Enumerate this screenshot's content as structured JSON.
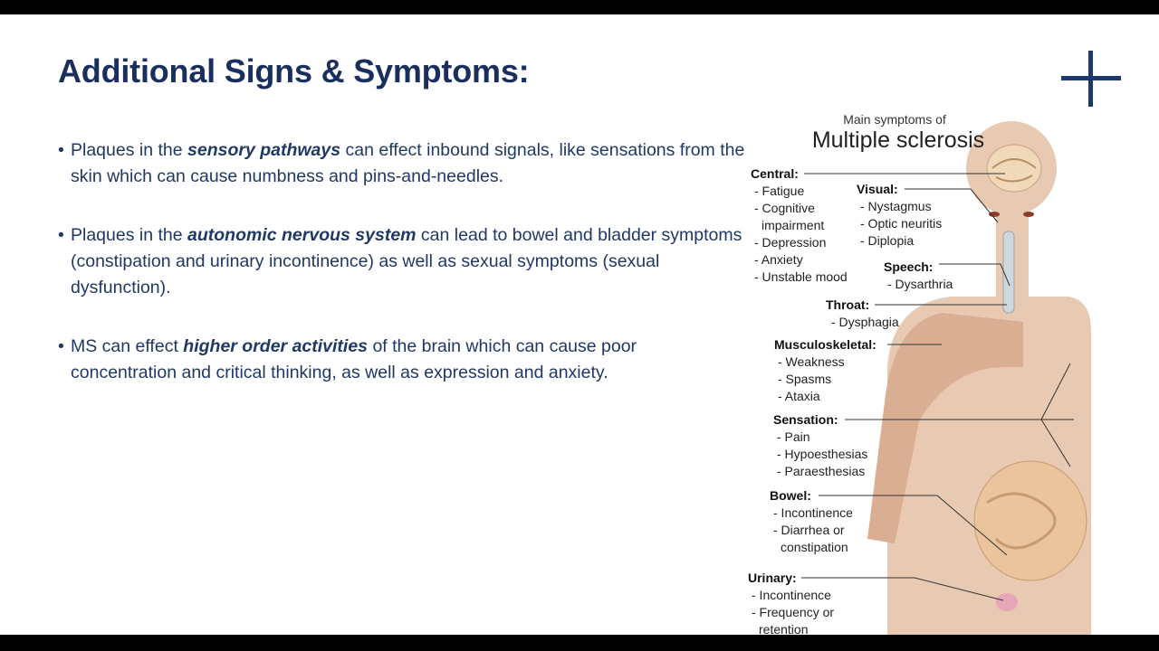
{
  "slide": {
    "title": "Additional Signs & Symptoms:",
    "bullets": [
      {
        "pre": "Plaques in the ",
        "em": "sensory pathways",
        "post": " can effect inbound signals, like sensations from the skin which can cause numbness and pins-and-needles."
      },
      {
        "pre": "Plaques in the ",
        "em": "autonomic nervous system",
        "post": " can lead to bowel and bladder symptoms (constipation and urinary incontinence) as well as sexual symptoms (sexual dysfunction)."
      },
      {
        "pre": "MS can effect ",
        "em": "higher order activities",
        "post": " of the brain which can cause poor concentration and critical thinking, as well as expression and anxiety."
      }
    ]
  },
  "figure": {
    "subtitle": "Main symptoms of",
    "title": "Multiple sclerosis",
    "central": {
      "label": "Central:",
      "items": [
        "- Fatigue",
        "- Cognitive",
        "impairment",
        "- Depression",
        "- Anxiety",
        "- Unstable mood"
      ]
    },
    "visual": {
      "label": "Visual:",
      "items": [
        "- Nystagmus",
        "- Optic neuritis",
        "- Diplopia"
      ]
    },
    "speech": {
      "label": "Speech:",
      "items": [
        "- Dysarthria"
      ]
    },
    "throat": {
      "label": "Throat:",
      "items": [
        "- Dysphagia"
      ]
    },
    "musculoskeletal": {
      "label": "Musculoskeletal:",
      "items": [
        "- Weakness",
        "- Spasms",
        "- Ataxia"
      ]
    },
    "sensation": {
      "label": "Sensation:",
      "items": [
        "- Pain",
        "- Hypoesthesias",
        "- Paraesthesias"
      ]
    },
    "bowel": {
      "label": "Bowel:",
      "items": [
        "- Incontinence",
        "- Diarrhea or",
        "constipation"
      ]
    },
    "urinary": {
      "label": "Urinary:",
      "items": [
        "- Incontinence",
        "- Frequency or",
        "retention"
      ]
    }
  },
  "colors": {
    "title": "#1b2f5e",
    "body_text": "#1f3864",
    "accent": "#1b3a6b",
    "skin": "#e8c9b2"
  },
  "icons": {
    "corner": "plus-icon"
  }
}
